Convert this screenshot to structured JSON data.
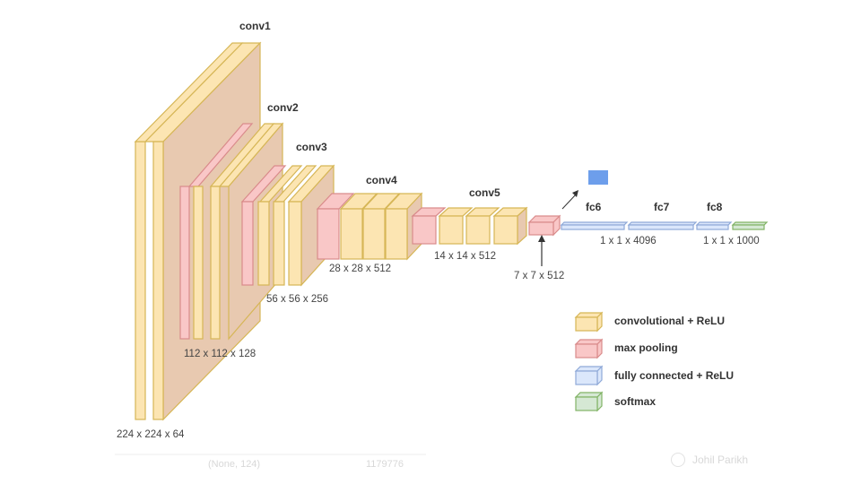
{
  "diagram": {
    "layer_labels": {
      "conv1": "conv1",
      "conv2": "conv2",
      "conv3": "conv3",
      "conv4": "conv4",
      "conv5": "conv5",
      "fc6": "fc6",
      "fc7": "fc7",
      "fc8": "fc8"
    },
    "dimension_labels": {
      "d224": "224 x 224 x 64",
      "d112": "112 x 112 x 128",
      "d56": "56 x 56 x 256",
      "d28": "28 x 28 x 512",
      "d14": "14 x 14 x 512",
      "d7": "7 x 7 x 512",
      "d4096": "1 x 1 x 4096",
      "d1000": "1 x 1 x 1000"
    },
    "legend": [
      {
        "label": "convolutional + ReLU",
        "color": "#fce5b2"
      },
      {
        "label": "max pooling",
        "color": "#f9c7c7"
      },
      {
        "label": "fully connected + ReLU",
        "color": "#dbe7fb"
      },
      {
        "label": "softmax",
        "color": "#d5e8d4"
      }
    ]
  },
  "colors": {
    "conv_fill": "#fce5b2",
    "conv_stroke": "#d6b656",
    "pool_fill": "#f9c7c7",
    "pool_stroke": "#d98b8b",
    "fc_fill": "#dbe7fb",
    "fc_stroke": "#8fa9d8",
    "softmax_fill": "#d5e8d4",
    "softmax_stroke": "#82b366",
    "depth_fill": "#e8c9b0",
    "marker": "#6d9eeb"
  },
  "watermark": {
    "author": "Johil Parikh",
    "table_cell_left": "(None, 124)",
    "table_cell_right": "1179776"
  }
}
